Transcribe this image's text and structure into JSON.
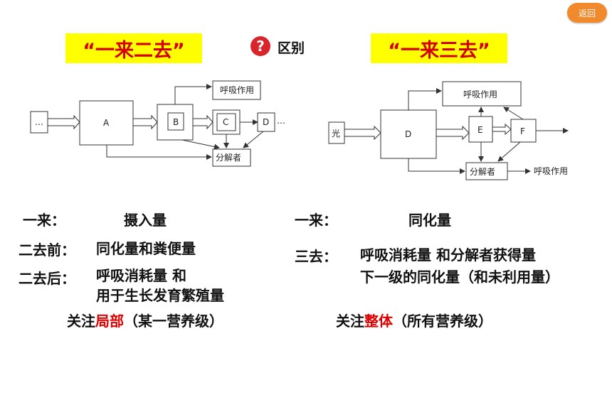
{
  "back_label": "返回",
  "left_title": "“一来二去”",
  "right_title": "“一来三去”",
  "difference_label": "区别",
  "question_icon": "?",
  "left_diagram": {
    "input": "…",
    "a": "A",
    "b": "B",
    "c": "C",
    "d": "D",
    "tail": "…",
    "respiration": "呼吸作用",
    "decomposer": "分解者"
  },
  "right_diagram": {
    "light": "光",
    "d": "D",
    "e": "E",
    "f": "F",
    "respiration": "呼吸作用",
    "decomposer": "分解者",
    "respiration2": "呼吸作用"
  },
  "left_text": {
    "yilai_label": "一来：",
    "yilai_value": "摄入量",
    "erqu_before_label": "二去前：",
    "erqu_before_value": "同化量和粪便量",
    "erqu_after_label": "二去后：",
    "erqu_after_line1": "呼吸消耗量  和",
    "erqu_after_line2": "用于生长发育繁殖量",
    "focus_prefix": "关注",
    "focus_key": "局部",
    "focus_suffix": "（某一营养级）"
  },
  "right_text": {
    "yilai_label": "一来：",
    "yilai_value": "同化量",
    "sanqu_label": "三去：",
    "sanqu_line1": "呼吸消耗量  和分解者获得量",
    "sanqu_line2": "下一级的同化量（和未利用量）",
    "focus_prefix": "关注",
    "focus_key": "整体",
    "focus_suffix": "（所有营养级）"
  }
}
